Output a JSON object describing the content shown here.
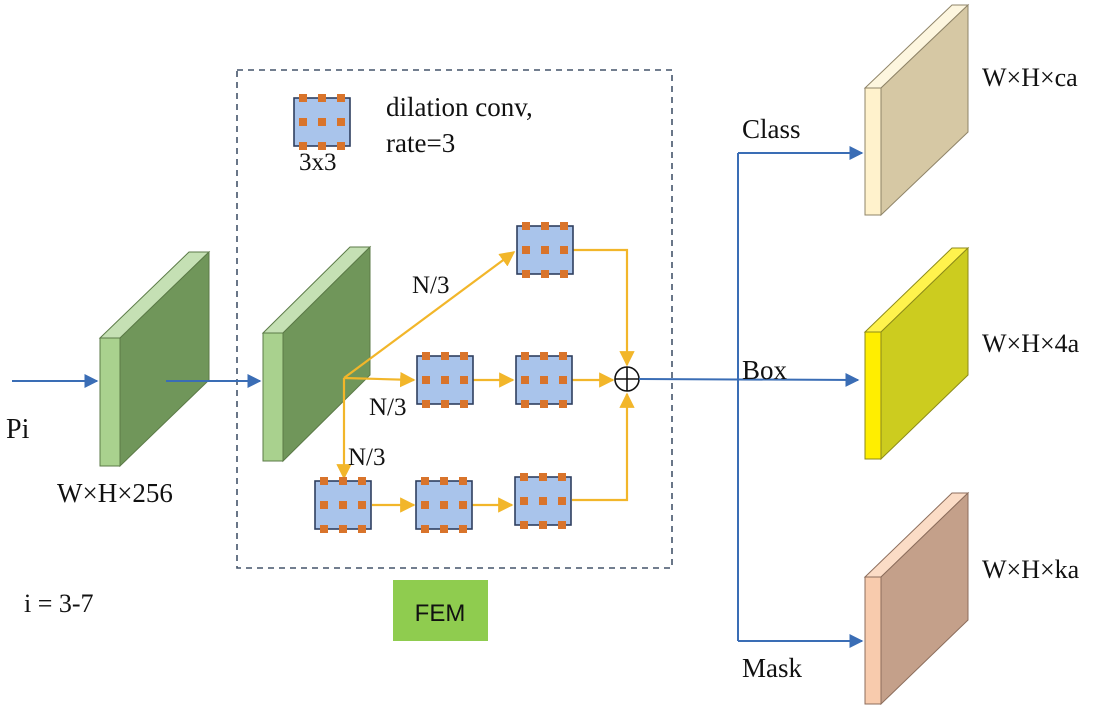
{
  "colors": {
    "blue_arrow": "#3a6db5",
    "yellow_arrow": "#f2b62a",
    "green_face": "#a9d18e",
    "green_top": "#c5e0b4",
    "green_side": "#70965a",
    "conv_fill": "#a9c4eb",
    "conv_stroke": "#2f3f5f",
    "conv_dot": "#d9742b",
    "class_front": "#fff2cc",
    "class_side": "#d6c8a4",
    "box_front": "#ffee00",
    "box_side": "#cccc1f",
    "mask_front": "#f8cbad",
    "mask_side": "#c4a08a",
    "fem_bg": "#8fcc4f",
    "dashed_border": "#44546a"
  },
  "input": {
    "label": "Pi",
    "dims": "W×H×256",
    "range": "i = 3-7"
  },
  "legend": {
    "kernel_size": "3x3",
    "desc_line1": "dilation conv,",
    "desc_line2": "rate=3"
  },
  "fem": {
    "label": "FEM",
    "branch_labels": [
      "N/3",
      "N/3",
      "N/3"
    ],
    "sum_symbol": "⊕"
  },
  "outputs": [
    {
      "name": "Class",
      "dims": "W×H×ca"
    },
    {
      "name": "Box",
      "dims": "W×H×4a"
    },
    {
      "name": "Mask",
      "dims": "W×H×ka"
    }
  ]
}
